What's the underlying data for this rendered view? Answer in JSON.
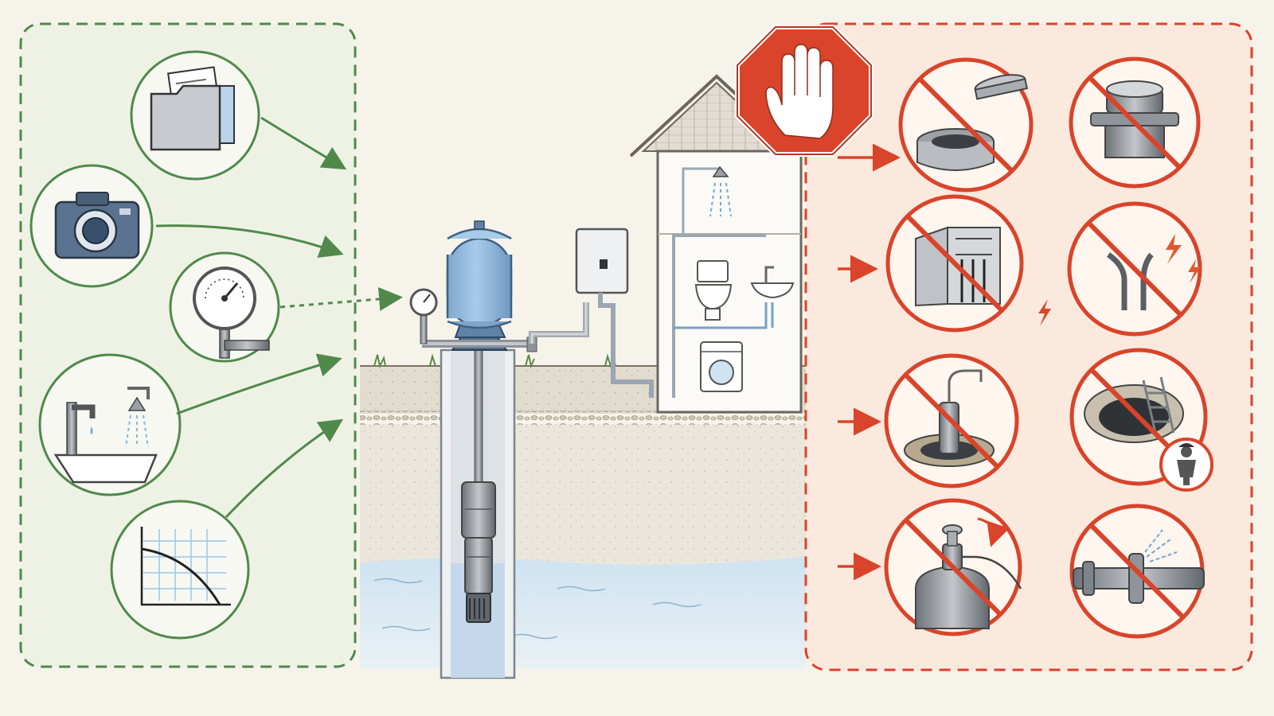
{
  "colors": {
    "background": "#f6f3ea",
    "allowed_green": "#4f8a4b",
    "allowed_panel": "#eef2e4",
    "forbidden_red": "#d9442a",
    "forbidden_panel": "#fbe9dd",
    "water_blue": "#7fb7e0",
    "tank_blue": "#8fb8dd",
    "soil": "#ddd6c8",
    "steel": "#9ea3a8"
  },
  "allowed_checks": [
    {
      "id": "documents",
      "icon": "folder-documents-icon"
    },
    {
      "id": "photos",
      "icon": "camera-icon"
    },
    {
      "id": "pressure-reading",
      "icon": "pressure-gauge-icon"
    },
    {
      "id": "fixtures-flow",
      "icon": "faucet-shower-icon"
    },
    {
      "id": "pump-curve",
      "icon": "performance-curve-chart-icon"
    }
  ],
  "stop_sign": {
    "icon": "stop-hand-icon"
  },
  "forbidden_actions": [
    {
      "id": "open-well-cap",
      "icon": "open-well-cap-icon"
    },
    {
      "id": "remove-sanitary-seal",
      "icon": "well-seal-flange-icon"
    },
    {
      "id": "open-electrical-panel",
      "icon": "electrical-panel-icon"
    },
    {
      "id": "touch-live-wires",
      "icon": "live-wires-icon"
    },
    {
      "id": "pull-pump",
      "icon": "pull-pump-icon"
    },
    {
      "id": "enter-well-pit",
      "icon": "confined-space-pit-icon"
    },
    {
      "id": "adjust-tank-pressure",
      "icon": "tank-valve-adjust-icon"
    },
    {
      "id": "break-pipe-fitting",
      "icon": "leaking-pipe-flange-icon"
    }
  ],
  "scene": {
    "components": [
      "pressure-tank",
      "pressure-gauge",
      "pressure-switch-box",
      "well-casing",
      "submersible-pump",
      "house-plumbing",
      "shower",
      "toilet",
      "sink",
      "washing-machine",
      "groundwater"
    ]
  }
}
